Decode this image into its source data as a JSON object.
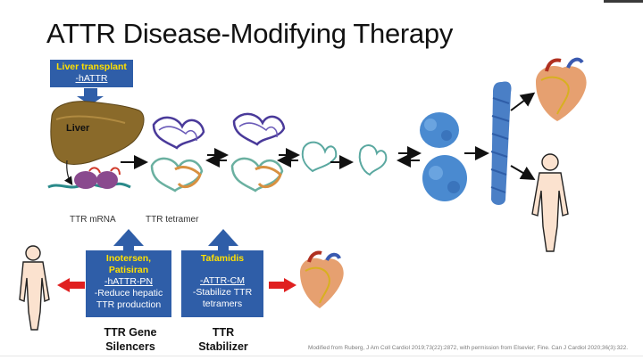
{
  "slide": {
    "title": "ATTR Disease-Modifying Therapy",
    "liver_transplant": {
      "heading": "Liver transplant",
      "item": "-hATTR"
    },
    "liver_label": "Liver",
    "mrna_label": "TTR mRNA",
    "tetramer_label": "TTR tetramer",
    "silencer_box": {
      "drug1": "Inotersen,",
      "drug2": "Patisiran",
      "indication": "-hATTR-PN",
      "effect1": "-Reduce hepatic",
      "effect2": "TTR production"
    },
    "stabilizer_box": {
      "drug": "Tafamidis",
      "indication": "-ATTR-CM",
      "effect1": "-Stabilize TTR",
      "effect2": "tetramers"
    },
    "silencer_label": {
      "line1": "TTR Gene",
      "line2": "Silencers"
    },
    "stabilizer_label": {
      "line1": "TTR",
      "line2": "Stabilizer"
    },
    "citation": "Modified from Ruberg, J Am Coll Cardiol 2019;73(22):2872, with permission from Elsevier; Fine. Can J Cardiol 2020;36(3):322."
  },
  "colors": {
    "box_blue": "#2f5ea8",
    "highlight_yellow": "#ffe000",
    "arrow_red": "#e02020",
    "fibril_blue": "#4a7fc6"
  }
}
